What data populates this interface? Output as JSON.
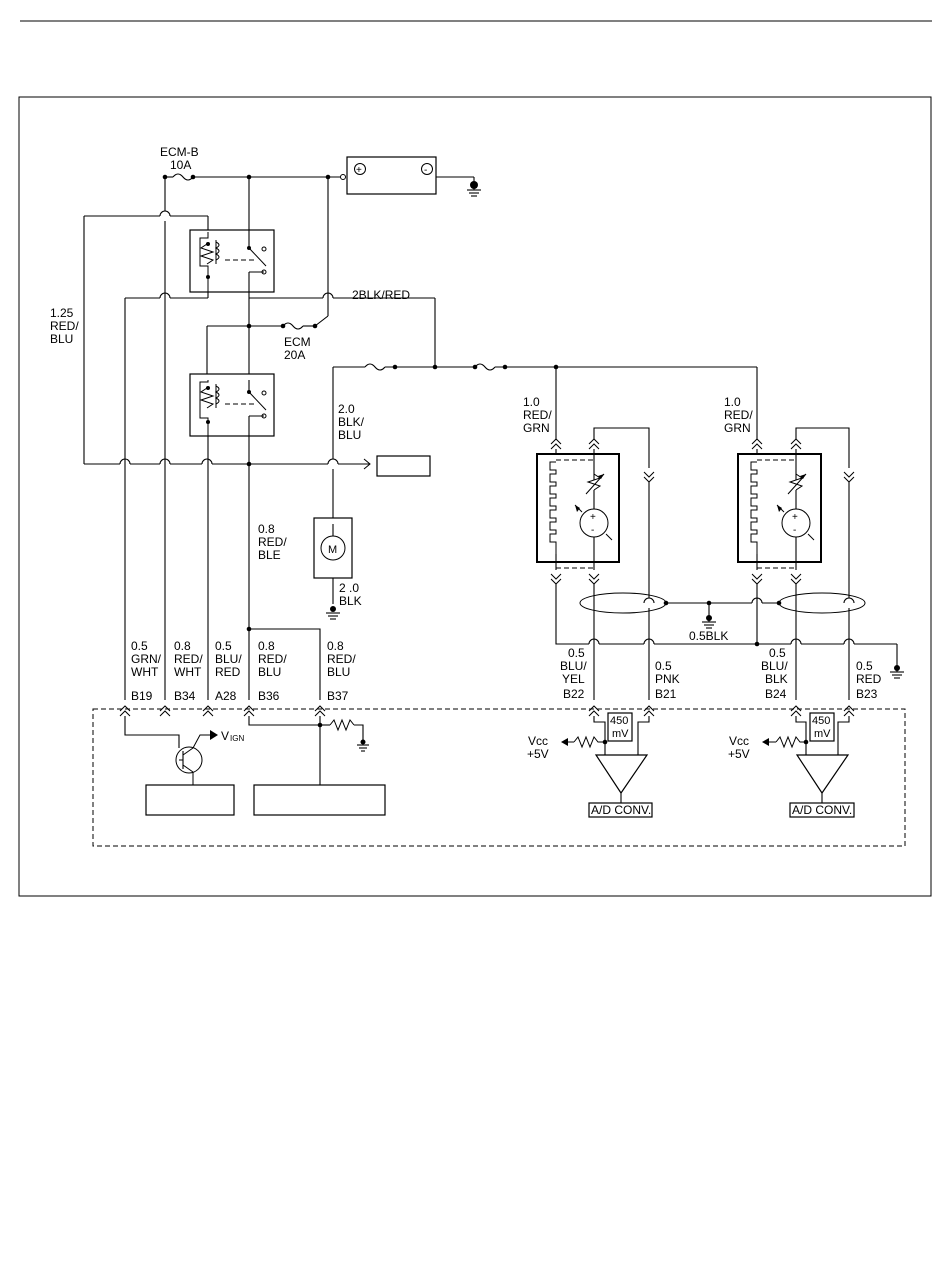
{
  "fuses": {
    "ecm_b": [
      "ECM-B",
      "10A"
    ],
    "ecm": [
      "ECM",
      "20A"
    ]
  },
  "battery": {
    "plus": "+",
    "minus": "-"
  },
  "wires": {
    "w_125": [
      "1.25",
      "RED/",
      "BLU"
    ],
    "w_2blk": "2BLK/RED",
    "w_20_blk_blu": [
      "2.0",
      "BLK/",
      "BLU"
    ],
    "w_08_red_ble": [
      "0.8",
      "RED/",
      "BLE"
    ],
    "motor_gnd": [
      "2 .0",
      "BLK"
    ],
    "sensor1_top": [
      "1.0",
      "RED/",
      "GRN"
    ],
    "sensor2_top": [
      "1.0",
      "RED/",
      "GRN"
    ],
    "shield_gnd": "0.5BLK"
  },
  "motor_label": "M",
  "ecm_pins": [
    {
      "wire": [
        "0.5",
        "GRN/",
        "WHT"
      ],
      "pin": "B19"
    },
    {
      "wire": [
        "0.8",
        "RED/",
        "WHT"
      ],
      "pin": "B34"
    },
    {
      "wire": [
        "0.5",
        "BLU/",
        "RED"
      ],
      "pin": "A28"
    },
    {
      "wire": [
        "0.8",
        "RED/",
        "BLU"
      ],
      "pin": "B36"
    },
    {
      "wire": [
        "0.8",
        "RED/",
        "BLU"
      ],
      "pin": "B37"
    }
  ],
  "sensor_pins": [
    {
      "wire": [
        "0.5",
        "BLU/",
        "YEL"
      ],
      "pin": "B22"
    },
    {
      "wire": [
        "0.5",
        "PNK"
      ],
      "pin": "B21"
    },
    {
      "wire": [
        "0.5",
        "BLU/",
        "BLK"
      ],
      "pin": "B24"
    },
    {
      "wire": [
        "0.5",
        "RED"
      ],
      "pin": "B23"
    }
  ],
  "internal": {
    "vign": "V",
    "vign_sub": "IGN",
    "vcc": [
      "Vcc",
      "+5V"
    ],
    "bias": [
      "450",
      "mV"
    ],
    "adc": "A/D CONV.",
    "amp_plus": "+",
    "amp_minus": "-"
  }
}
